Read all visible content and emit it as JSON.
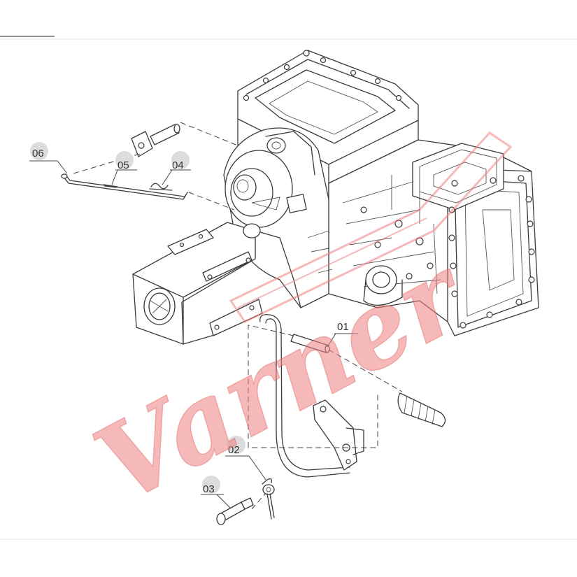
{
  "diagram": {
    "callouts": [
      {
        "id": "c06",
        "number": "06"
      },
      {
        "id": "c05",
        "number": "05"
      },
      {
        "id": "c04",
        "number": "04"
      },
      {
        "id": "c01",
        "number": "01"
      },
      {
        "id": "c02",
        "number": "02"
      },
      {
        "id": "c03",
        "number": "03"
      }
    ]
  },
  "watermark": {
    "text": "Varner",
    "color": "#f08080"
  },
  "colors": {
    "line": "#3a3a3a",
    "callout_badge": "#dcdcdc",
    "border": "#e6e6e6"
  }
}
